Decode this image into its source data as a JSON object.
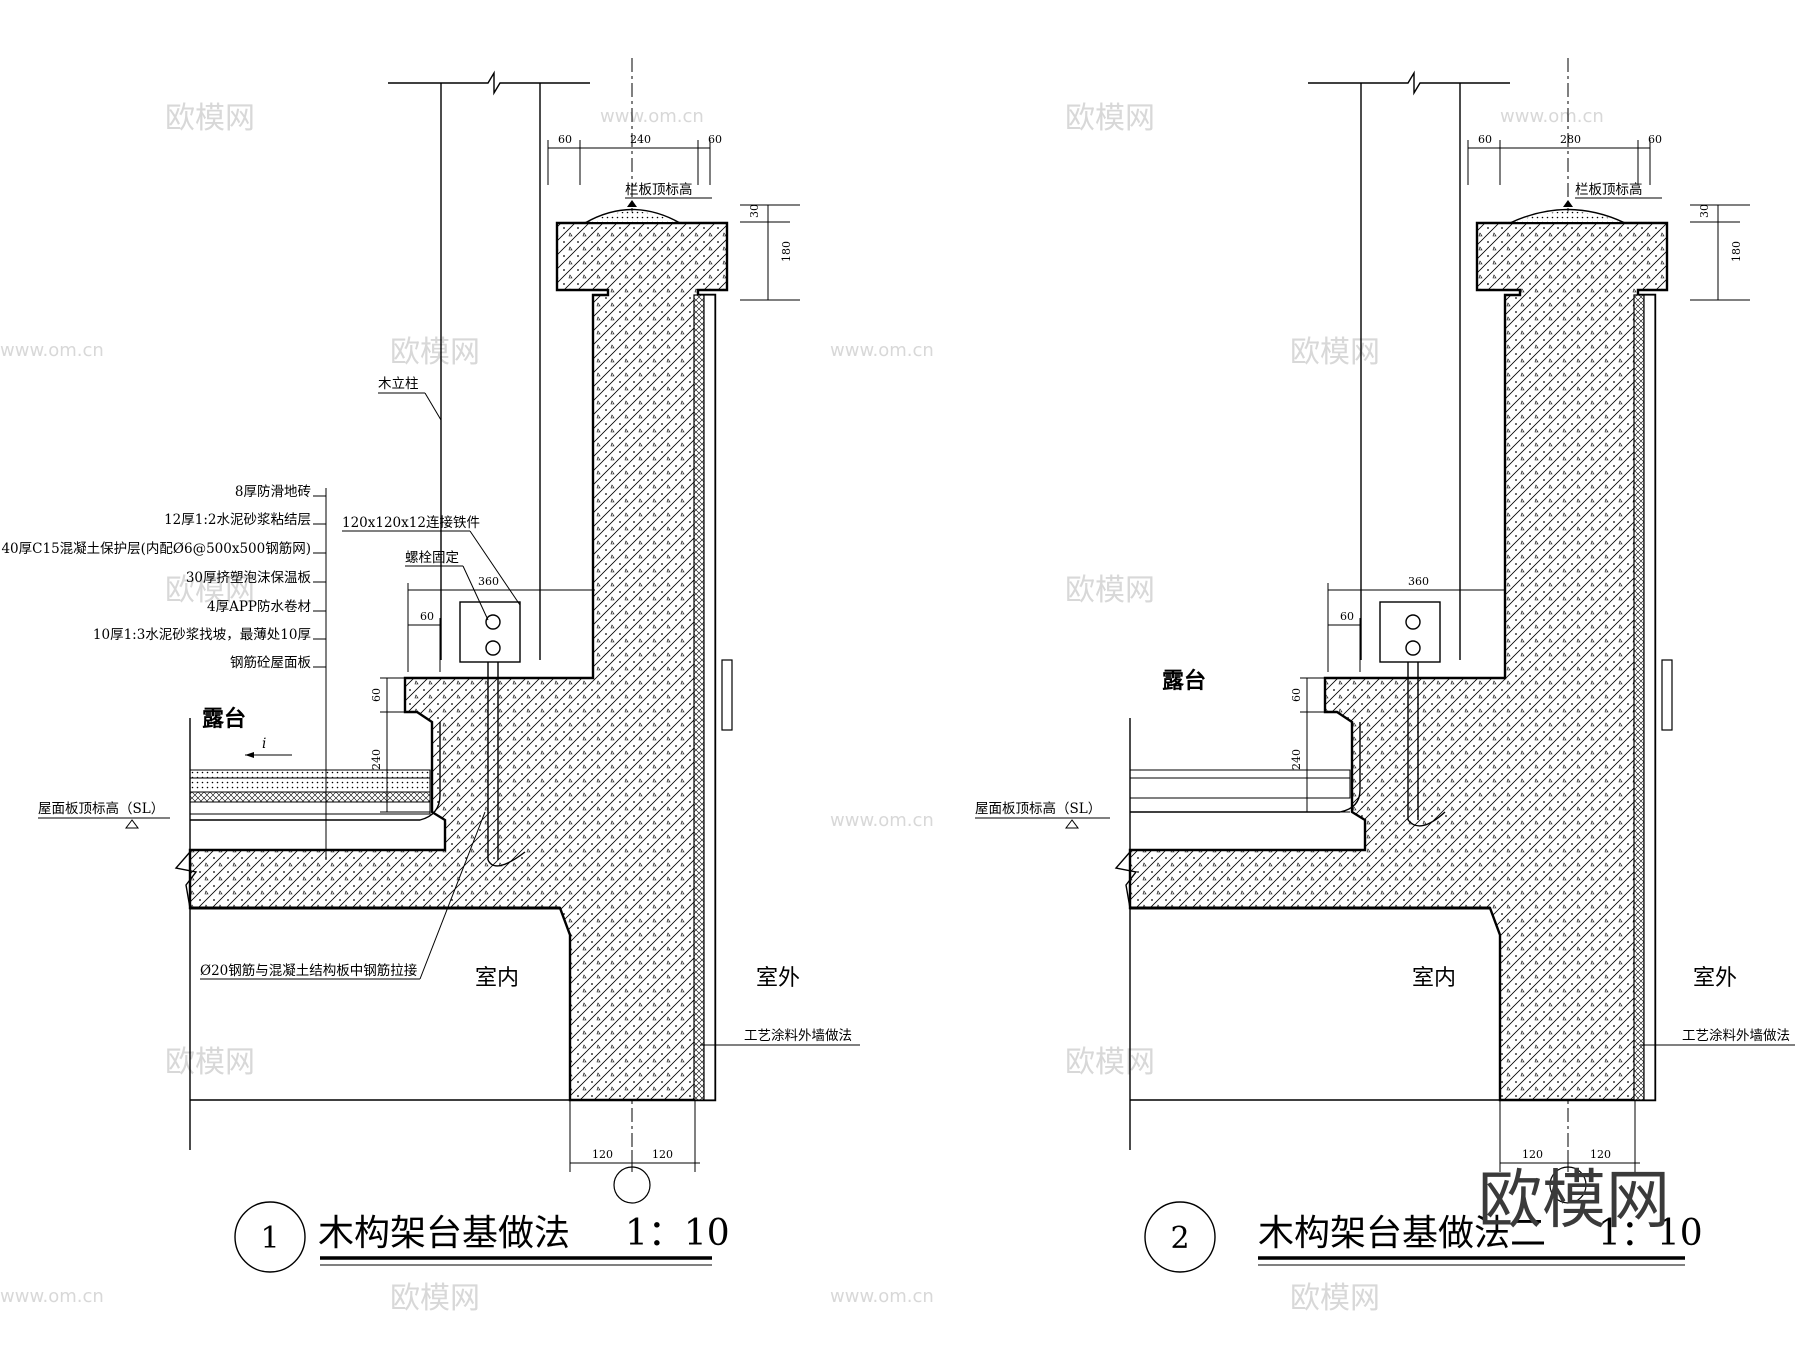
{
  "details": [
    {
      "number": "1",
      "title": "木构架台基做法",
      "scale": "1：10",
      "labels": {
        "wood_post": "木立柱",
        "connector": "120x120x12连接铁件",
        "bolt": "螺栓固定",
        "railing_top": "栏板顶标高",
        "terrace": "露台",
        "roof_level": "屋面板顶标高（SL）",
        "rebar_note": "Ø20钢筋与混凝土结构板中钢筋拉接",
        "indoor": "室内",
        "outdoor": "室外",
        "wall_finish": "工艺涂料外墙做法",
        "slope": "i"
      },
      "layers": [
        "8厚防滑地砖",
        "12厚1:2水泥砂浆粘结层",
        "40厚C15混凝土保护层(内配Ø6@500x500钢筋网)",
        "30厚挤塑泡沫保温板",
        "4厚APP防水卷材",
        "10厚1:3水泥砂浆找坡，最薄处10厚",
        "钢筋砼屋面板"
      ],
      "dims": {
        "top_left": "60",
        "top_mid": "240",
        "top_right": "60",
        "cap_small": "30",
        "cap_height": "180",
        "width_360": "360",
        "width_60": "60",
        "curb_60": "60",
        "curb_240": "240",
        "bottom_left": "120",
        "bottom_right": "120"
      }
    },
    {
      "number": "2",
      "title": "木构架台基做法二",
      "scale": "1：10",
      "labels": {
        "railing_top": "栏板顶标高",
        "terrace": "露台",
        "roof_level": "屋面板顶标高（SL）",
        "indoor": "室内",
        "outdoor": "室外",
        "wall_finish": "工艺涂料外墙做法"
      },
      "dims": {
        "top_left": "60",
        "top_mid": "280",
        "top_right": "60",
        "cap_small": "30",
        "cap_height": "180",
        "width_360": "360",
        "width_60": "60",
        "curb_60": "60",
        "curb_240": "240",
        "bottom_left": "120",
        "bottom_right": "120"
      }
    }
  ],
  "watermark": {
    "brand": "欧模网",
    "site": "www.om.cn"
  }
}
